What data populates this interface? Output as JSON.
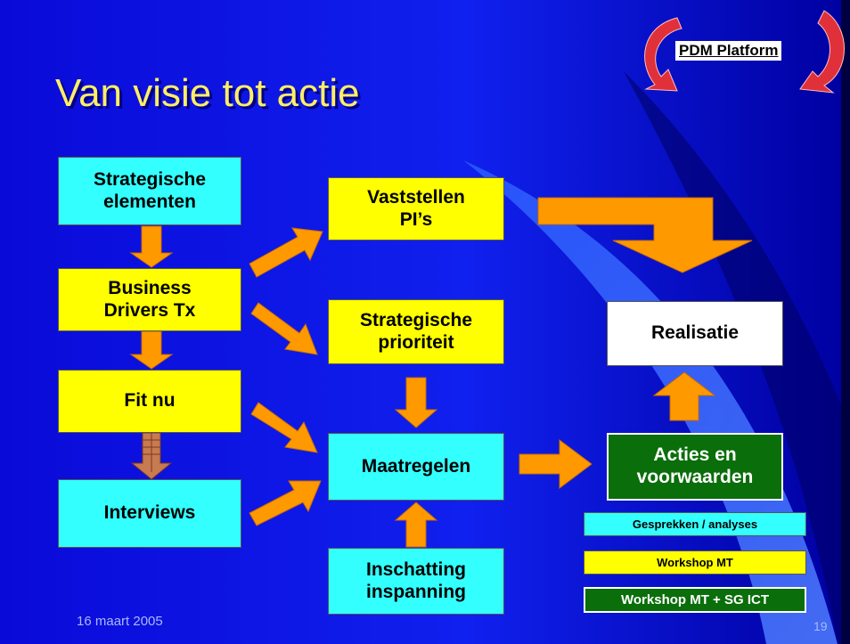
{
  "slide": {
    "title": "Van visie tot actie",
    "date": "16 maart 2005",
    "page_number": "19",
    "logo_label": "PDM Platform"
  },
  "boxes": {
    "strategische_elementen": "Strategische\nelementen",
    "business_drivers": "Business\nDrivers Tx",
    "fit_nu": "Fit nu",
    "interviews": "Interviews",
    "vaststellen_pis": "Vaststellen\nPI’s",
    "strategische_prioriteit": "Strategische\nprioriteit",
    "maatregelen": "Maatregelen",
    "inschatting_inspanning": "Inschatting\ninspanning",
    "realisatie": "Realisatie",
    "acties_voorwaarden": "Acties en\nvoorwaarden"
  },
  "legend": {
    "gesprekken": "Gesprekken / analyses",
    "workshop_mt": "Workshop MT",
    "workshop_mt_sg": "Workshop MT + SG ICT"
  },
  "colors": {
    "background": "#0c0ce6",
    "cyan_box": "#33ffff",
    "yellow_box": "#ffff00",
    "green_box": "#0a6e0a",
    "arrow": "#ff9900",
    "title": "#ffee66"
  }
}
